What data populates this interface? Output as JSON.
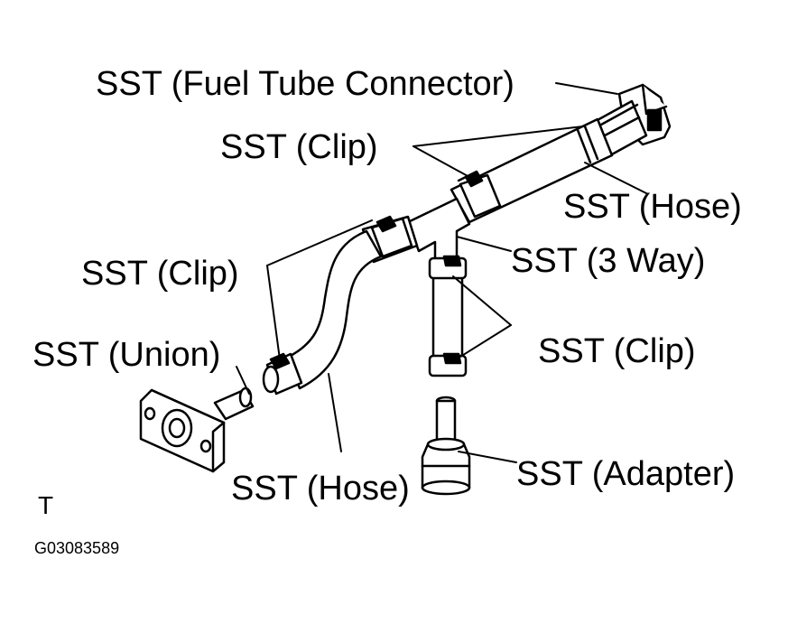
{
  "labels": {
    "fuel_tube_connector": "SST (Fuel Tube Connector)",
    "clip_top": "SST (Clip)",
    "hose_right": "SST (Hose)",
    "three_way": "SST (3 Way)",
    "clip_left": "SST (Clip)",
    "clip_right": "SST (Clip)",
    "union": "SST (Union)",
    "adapter": "SST (Adapter)",
    "hose_bottom": "SST (Hose)"
  },
  "corner_mark": "T",
  "figure_code": "G03083589",
  "colors": {
    "ink": "#000000",
    "paper": "#ffffff"
  }
}
